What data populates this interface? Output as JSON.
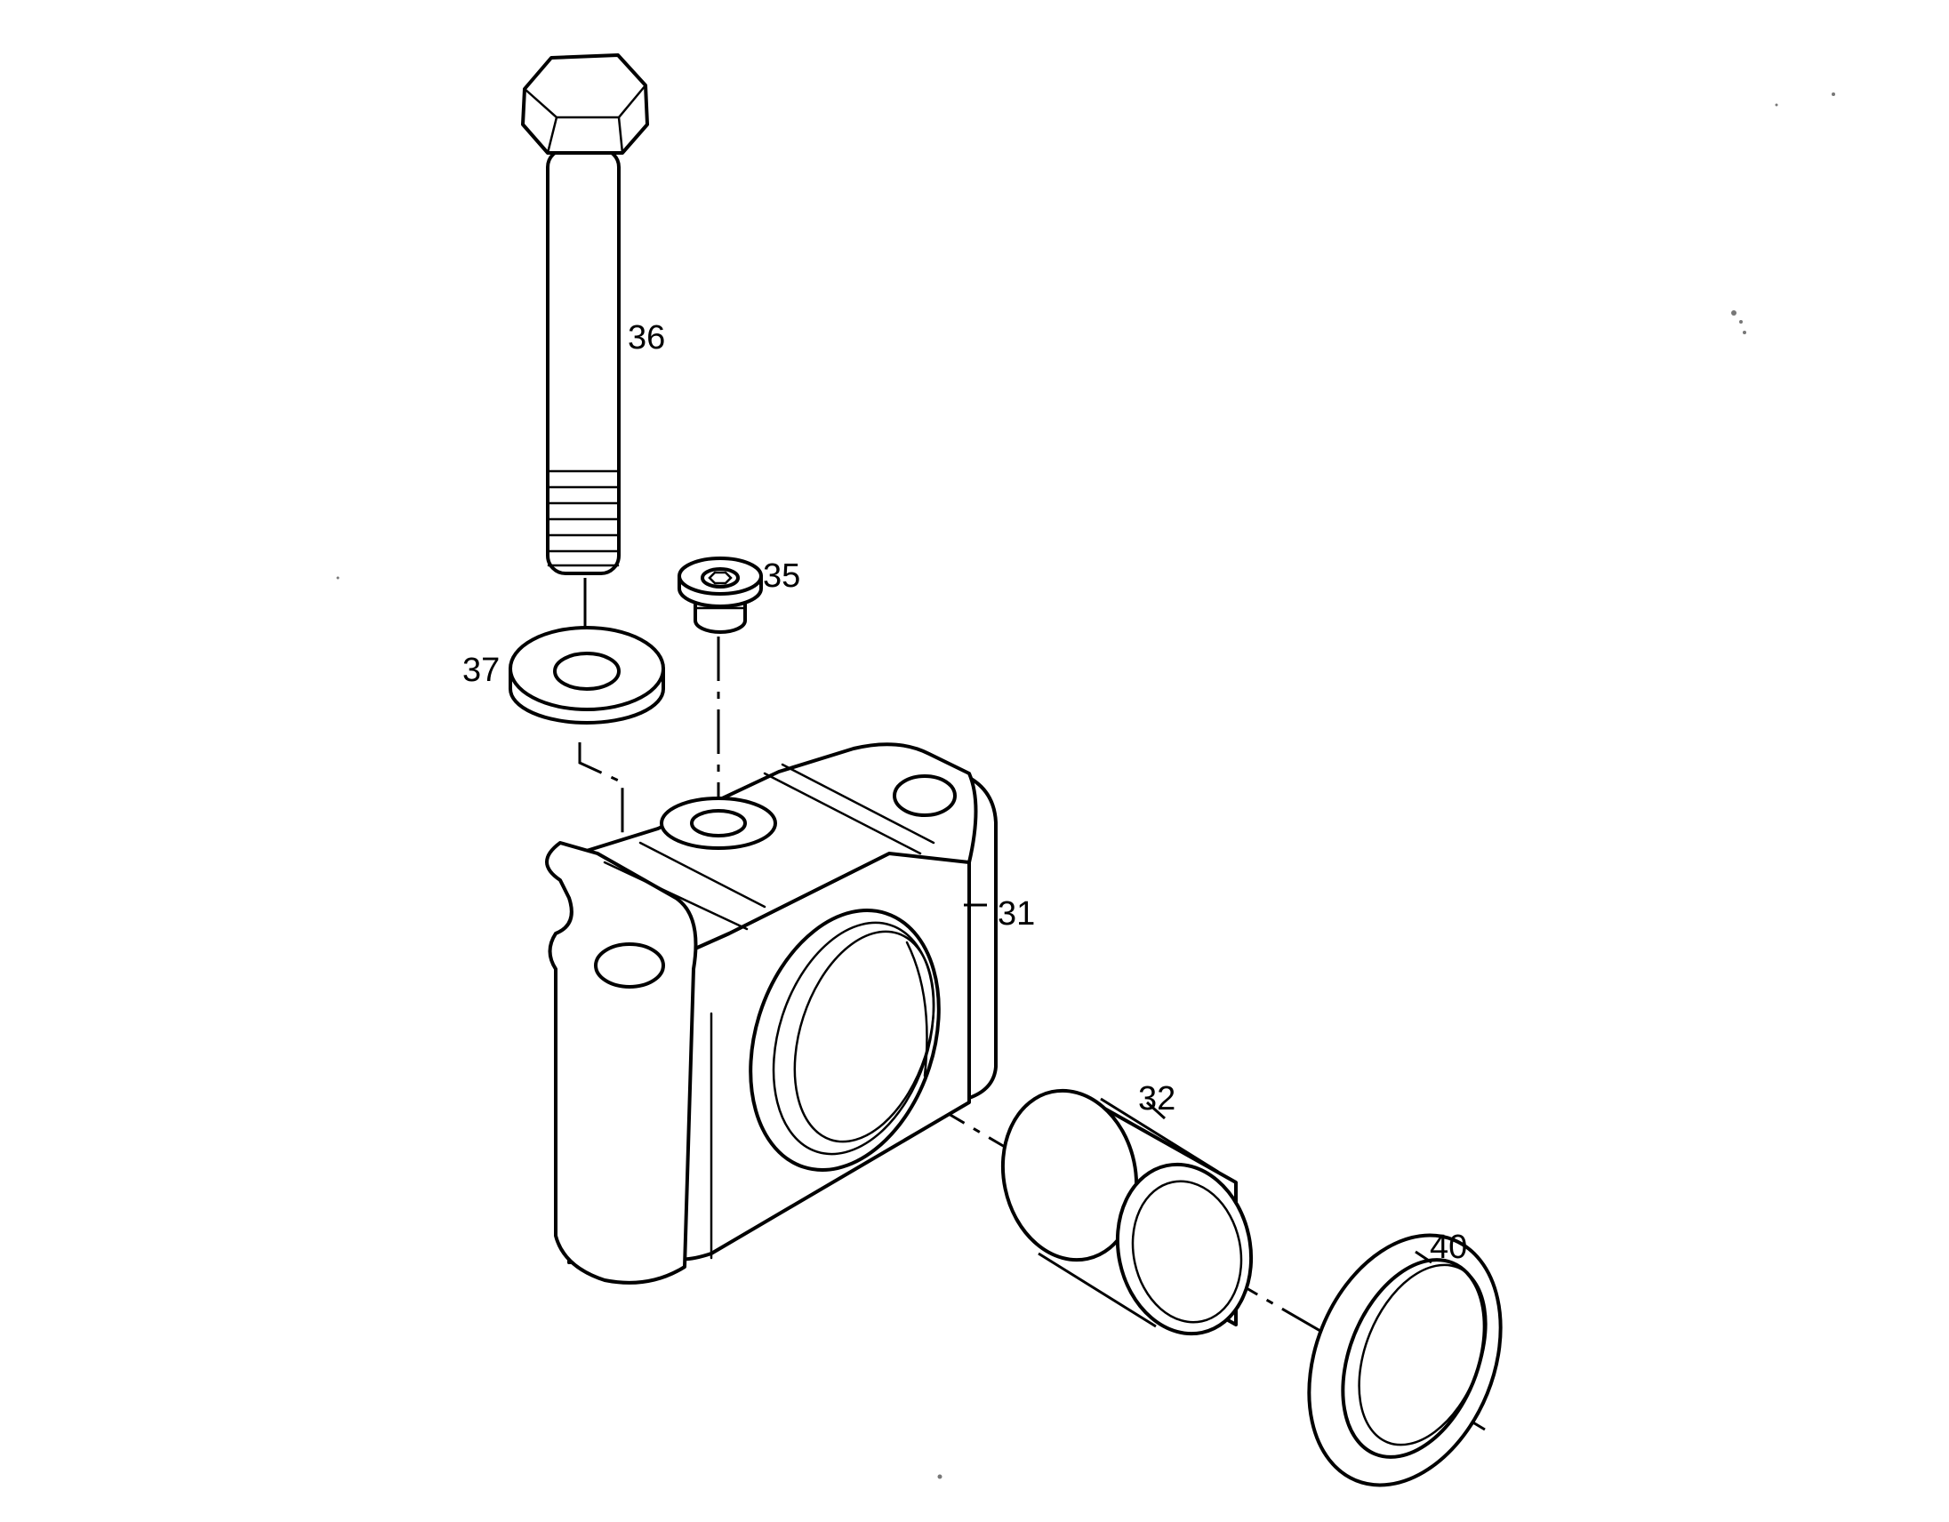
{
  "callouts": [
    {
      "id": "31",
      "label": "31"
    },
    {
      "id": "32",
      "label": "32"
    },
    {
      "id": "35",
      "label": "35"
    },
    {
      "id": "36",
      "label": "36"
    },
    {
      "id": "37",
      "label": "37"
    },
    {
      "id": "40",
      "label": "40"
    }
  ],
  "colors": {
    "ink": "#000000",
    "paper": "#ffffff"
  }
}
